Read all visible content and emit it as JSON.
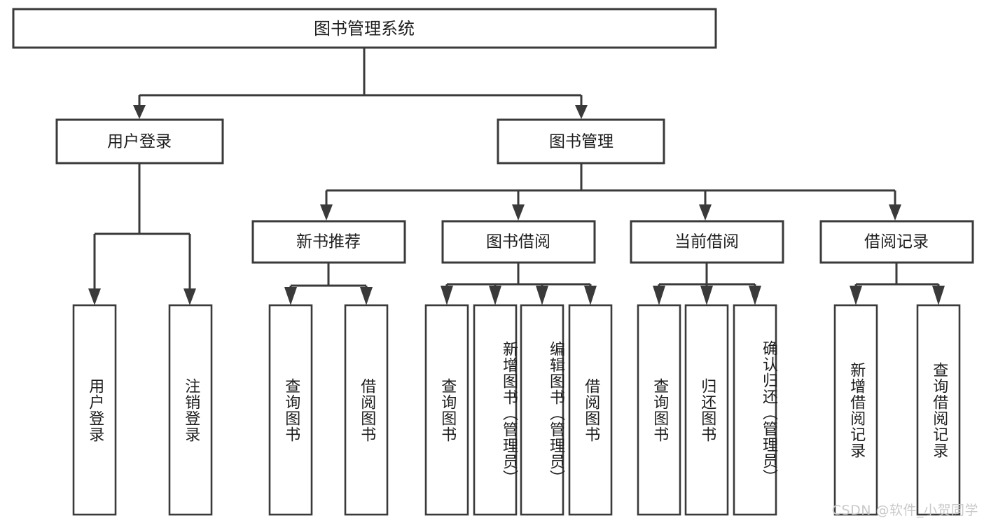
{
  "diagram": {
    "type": "tree-hierarchy-chart",
    "title": "图书管理系统",
    "background_color": "#ffffff",
    "box_fill": "#ffffff",
    "box_stroke": "#3a3a3a",
    "text_color": "#1d1d1d",
    "root": {
      "label": "图书管理系统"
    },
    "level2": [
      {
        "label": "用户登录"
      },
      {
        "label": "图书管理"
      }
    ],
    "level3": [
      {
        "label": "新书推荐"
      },
      {
        "label": "图书借阅"
      },
      {
        "label": "当前借阅"
      },
      {
        "label": "借阅记录"
      }
    ],
    "leaves": {
      "user_login": [
        {
          "label": "用户登录"
        },
        {
          "label": "注销登录"
        }
      ],
      "new_book_recommend": [
        {
          "label": "查询图书"
        },
        {
          "label": "借阅图书"
        }
      ],
      "book_borrow": [
        {
          "label": "查询图书"
        },
        {
          "label": "新增图书（管理员）"
        },
        {
          "label": "编辑图书（管理员）"
        },
        {
          "label": "借阅图书"
        }
      ],
      "current_borrow": [
        {
          "label": "查询图书"
        },
        {
          "label": "归还图书"
        },
        {
          "label": "确认归还（管理员）"
        }
      ],
      "borrow_record": [
        {
          "label": "新增借阅记录"
        },
        {
          "label": "查询借阅记录"
        }
      ]
    }
  },
  "watermark": {
    "text": "CSDN @软件_小贺同学"
  }
}
